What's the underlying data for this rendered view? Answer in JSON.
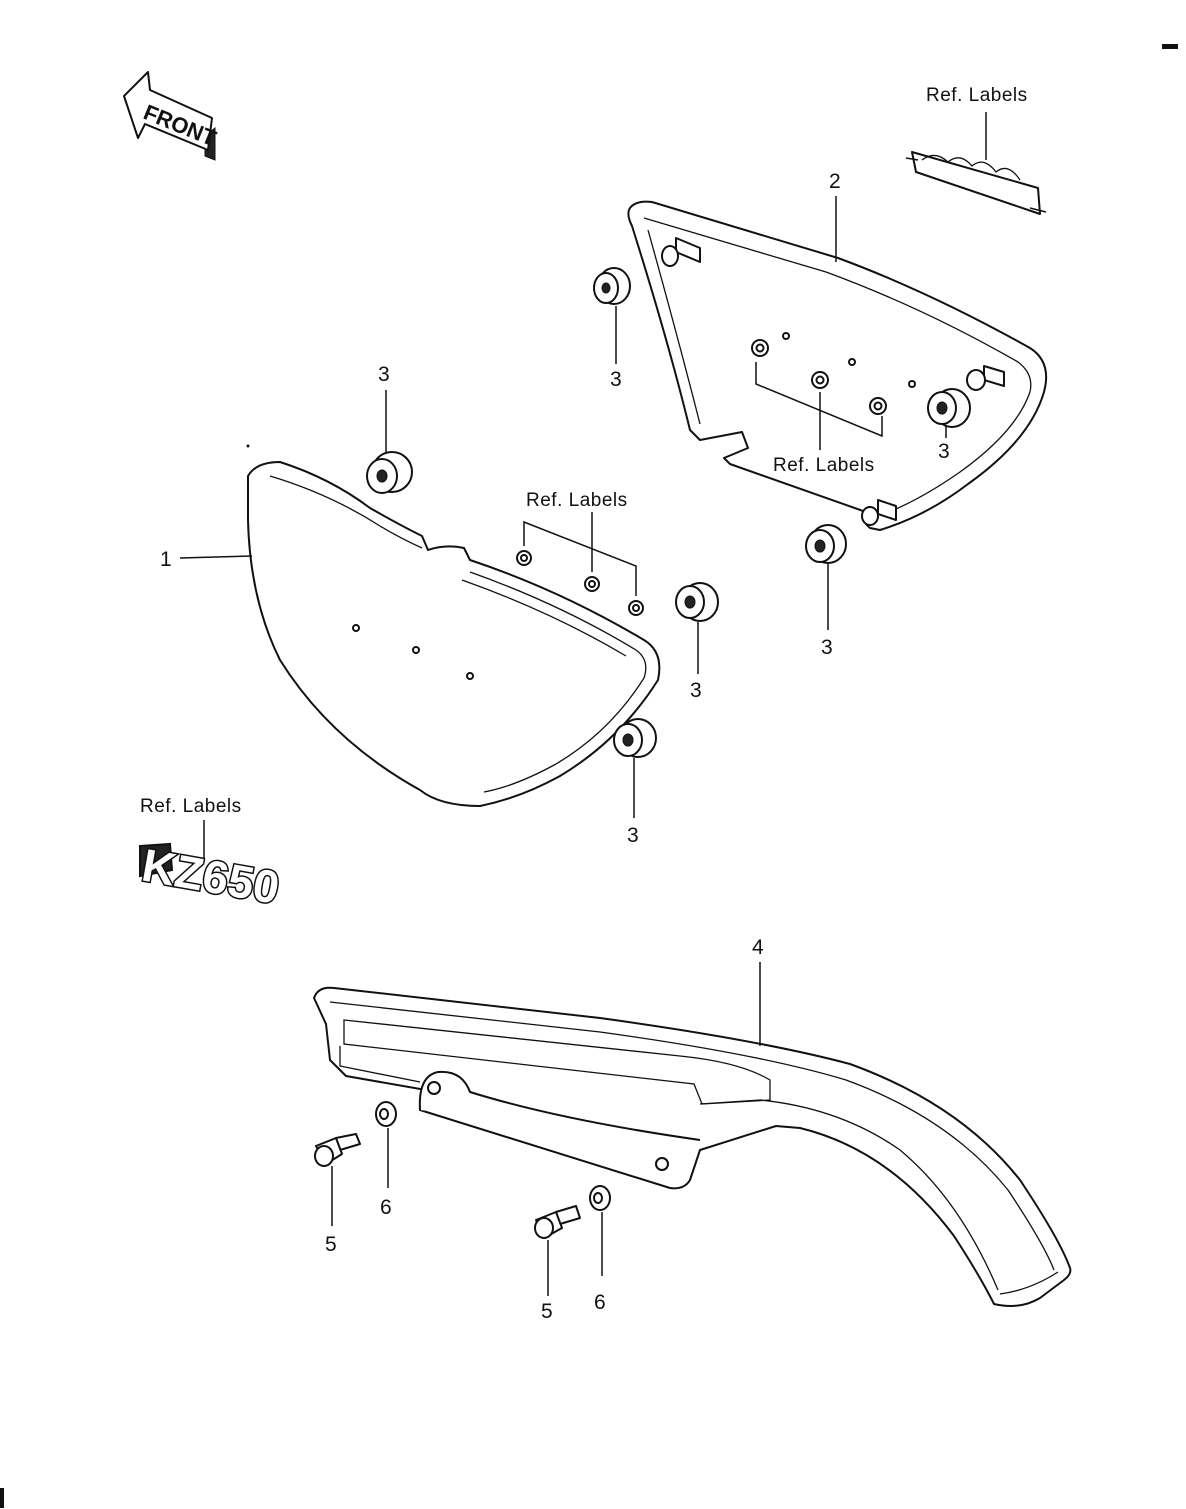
{
  "front_arrow": {
    "text": "FRONT"
  },
  "callouts": {
    "side_cover_left": "1",
    "side_cover_right": "2",
    "grommet": "3",
    "chain_cover": "4",
    "bolt": "5",
    "washer": "6"
  },
  "ref_labels": {
    "right_top": "Ref.  Labels",
    "right_middle": "Ref.  Labels",
    "left_middle": "Ref.  Labels",
    "emblem": "Ref.  Labels"
  },
  "emblem": {
    "text": "KZ650"
  },
  "colors": {
    "ink": "#111111",
    "paper": "#ffffff"
  }
}
